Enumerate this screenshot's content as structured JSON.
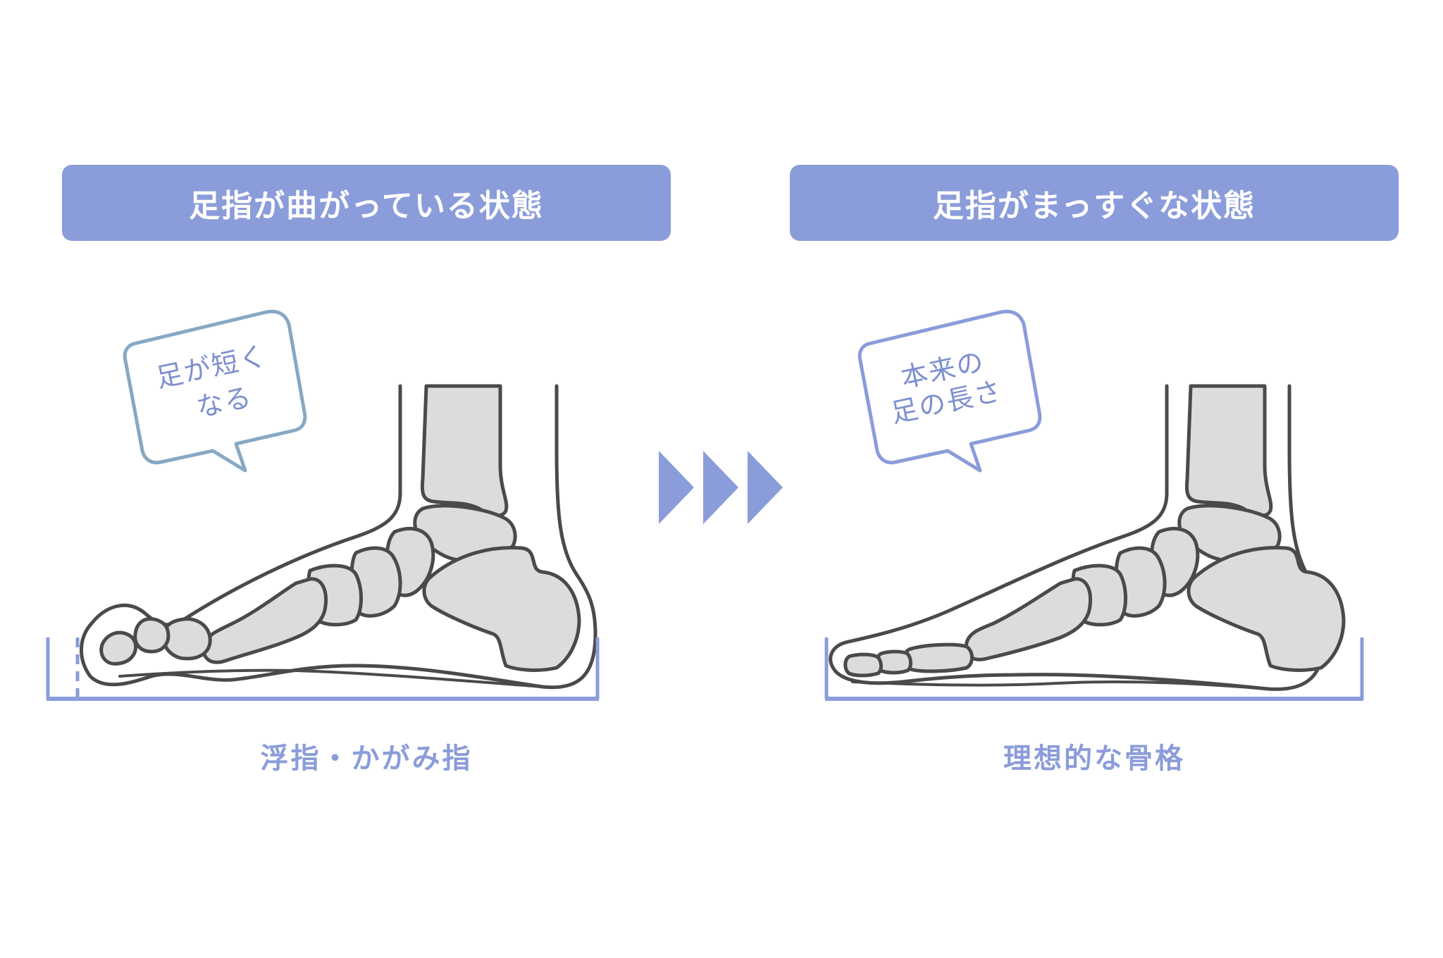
{
  "panels": {
    "left": {
      "header": "足指が曲がっている状態",
      "bubble_line1": "足が短く",
      "bubble_line2": "なる",
      "caption": "浮指・かがみ指"
    },
    "right": {
      "header": "足指がまっすぐな状態",
      "bubble_line1": "本来の",
      "bubble_line2": "足の長さ",
      "caption": "理想的な骨格"
    }
  },
  "colors": {
    "header_bg": "#8B9CDA",
    "accent": "#8B9CDA",
    "left_bubble_border": "#86A8C4",
    "bubble_text": "#7D8FCF",
    "bone_fill": "#DCDCDC",
    "outline": "#4A4A4A"
  },
  "icons": {
    "transition": "triple-right-chevron-icon"
  }
}
